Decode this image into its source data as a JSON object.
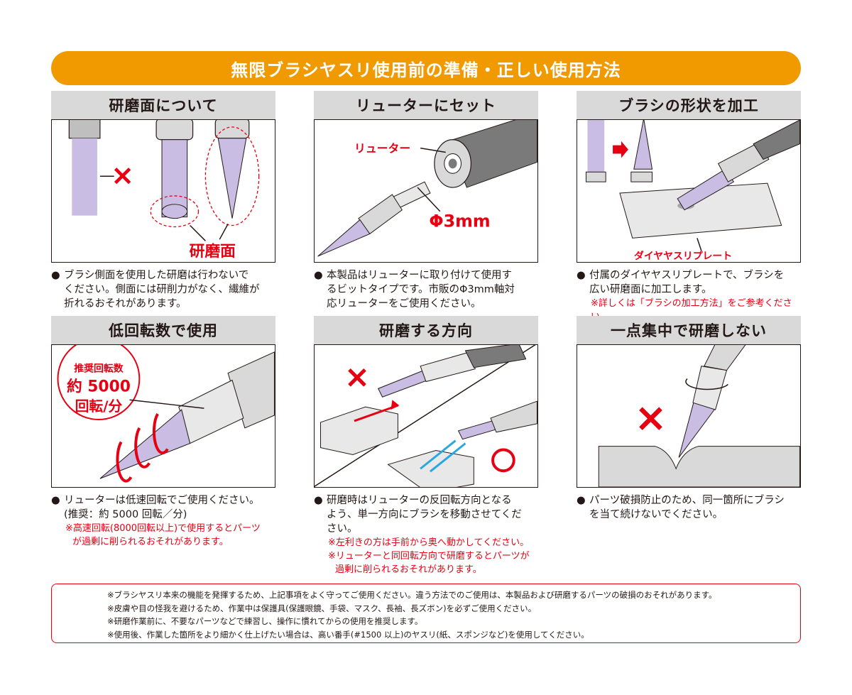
{
  "title": "無限ブラシヤスリ使用前の準備・正しい使用方法",
  "colors": {
    "accent": "#f19a00",
    "red": "#e60012",
    "lavender": "#c9bde3",
    "gray": "#d9d9d9"
  },
  "panels": [
    {
      "heading": "研磨面について",
      "labels": {
        "x_mark": "×",
        "surface": "研磨面"
      },
      "lines": [
        "ブラシ側面を使用した研磨は行わないで",
        "ください。側面には研削力がなく、繊維が",
        "折れるおそれがあります。"
      ],
      "notes": []
    },
    {
      "heading": "リューターにセット",
      "labels": {
        "router": "リューター",
        "diameter": "Φ3mm"
      },
      "lines": [
        "本製品はリューターに取り付けて使用す",
        "るビットタイプです。市販のΦ3mm軸対",
        "応リューターをご使用ください。"
      ],
      "notes": []
    },
    {
      "heading": "ブラシの形状を加工",
      "labels": {
        "plate": "ダイヤヤスリプレート"
      },
      "lines": [
        "付属のダイヤヤスリプレートで、ブラシを",
        "広い研磨面に加工します。"
      ],
      "notes": [
        "※詳しくは「ブラシの加工方法」をご参考ください。"
      ]
    },
    {
      "heading": "低回転数で使用",
      "labels": {
        "rec1": "推奨回転数",
        "rec2": "約 5000",
        "rec3": "回転/分"
      },
      "lines": [
        "リューターは低速回転でご使用ください。",
        "(推奨：約 5000 回転／分)"
      ],
      "notes": [
        "※高速回転(8000回転以上)で使用するとパーツ",
        "が過剰に削られるおそれがあります。"
      ]
    },
    {
      "heading": "研磨する方向",
      "labels": {
        "x_mark": "×",
        "o_mark": "○"
      },
      "lines": [
        "研磨時はリューターの反回転方向となる",
        "よう、単一方向にブラシを移動させてくだ",
        "さい。"
      ],
      "notes": [
        "※左利きの方は手前から奥へ動かしてください。",
        "※リューターと同回転方向で研磨するとパーツが",
        "過剰に削られるおそれがあります。"
      ]
    },
    {
      "heading": "一点集中で研磨しない",
      "labels": {
        "x_mark": "×"
      },
      "lines": [
        "パーツ破損防止のため、同一箇所にブラシ",
        "を当て続けないでください。"
      ],
      "notes": []
    }
  ],
  "footer": [
    "※ブラシヤスリ本来の機能を発揮するため、上記事項をよく守ってご使用ください。違う方法でのご使用は、本製品および研磨するパーツの破損のおそれがあります。",
    "※皮膚や目の怪我を避けるため、作業中は保護具(保護眼鏡、手袋、マスク、長袖、長ズボン)を必ずご使用ください。",
    "※研磨作業前に、不要なパーツなどで練習し、操作に慣れてからの使用を推奨します。",
    "※使用後、作業した箇所をより細かく仕上げたい場合は、高い番手(#1500 以上)のヤスリ(紙、スポンジなど)を使用してください。"
  ]
}
